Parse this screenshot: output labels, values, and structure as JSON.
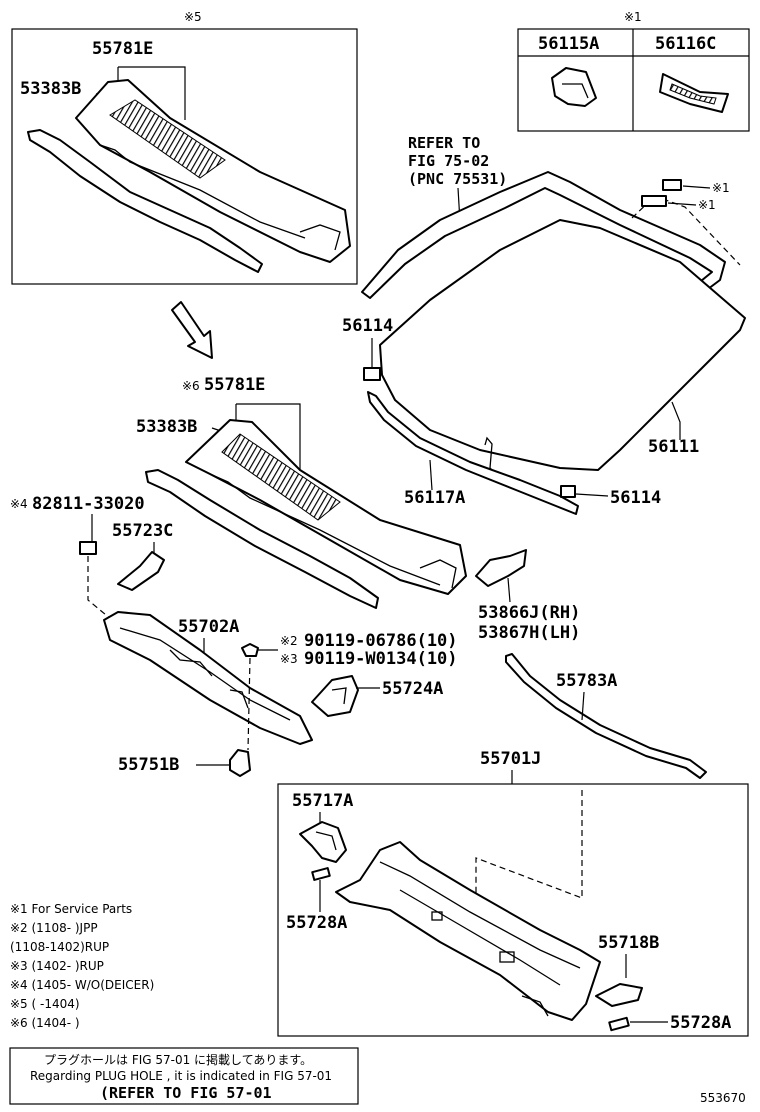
{
  "marks": {
    "m1_top": "※1",
    "m5_top": "※5",
    "m1_a": "※1",
    "m1_b": "※1",
    "m6": "※6",
    "m4": "※4",
    "m2": "※2",
    "m3": "※3"
  },
  "parts": {
    "p55781E_top": "55781E",
    "p53383B_top": "53383B",
    "p56115A": "56115A",
    "p56116C": "56116C",
    "p55781E_mid": "55781E",
    "p53383B_mid": "53383B",
    "p56114_a": "56114",
    "p56111": "56111",
    "p56117A": "56117A",
    "p56114_b": "56114",
    "p82811": "82811-33020",
    "p55723C": "55723C",
    "p55702A": "55702A",
    "p90119_06786": "90119-06786(10)",
    "p90119_W0134": "90119-W0134(10)",
    "p55724A": "55724A",
    "p53866J": "53866J(RH)",
    "p53867H": "53867H(LH)",
    "p55783A": "55783A",
    "p55751B": "55751B",
    "p55701J": "55701J",
    "p55717A": "55717A",
    "p55728A_a": "55728A",
    "p55718B": "55718B",
    "p55728A_b": "55728A"
  },
  "refer_fig": {
    "line1": "REFER TO",
    "line2": "FIG 75-02",
    "line3": "(PNC 75531)"
  },
  "legend": [
    "※1 For Service Parts",
    "※2 (1108-         )JPP",
    "      (1108-1402)RUP",
    "※3 (1402-         )RUP",
    "※4 (1405-         W/O(DEICER)",
    "※5 (         -1404)",
    "※6 (1404-         )"
  ],
  "footer_box": {
    "jp": "プラグホールは FIG 57-01 に掲載してあります。",
    "en": "Regarding  PLUG HOLE , it is indicated in FIG 57-01",
    "refer": "(REFER TO FIG 57-01"
  },
  "diagram_id": "553670"
}
